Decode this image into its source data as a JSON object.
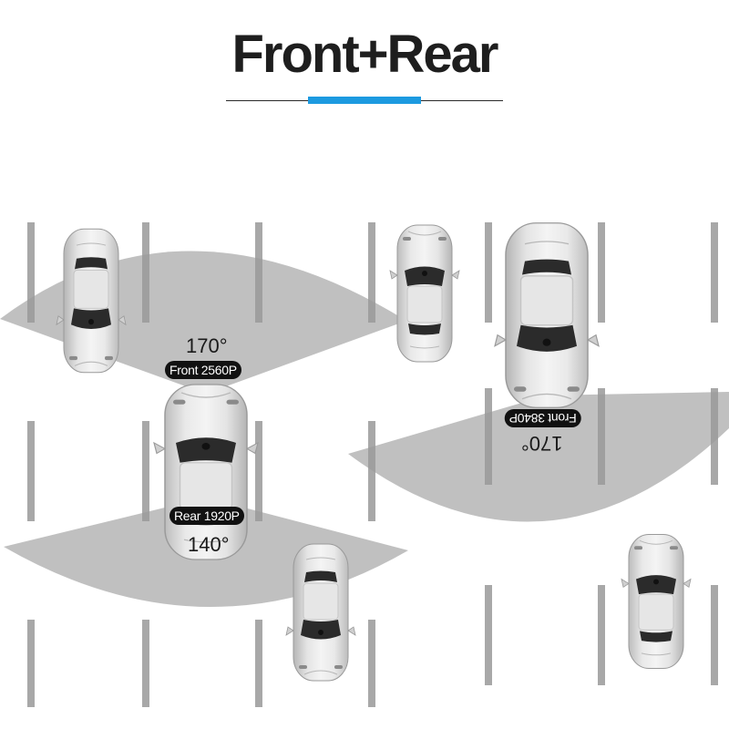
{
  "header": {
    "title": "Front+Rear",
    "accent_color": "#1c9ae0"
  },
  "cameras": {
    "left_car": {
      "front_label": "Front 2560P",
      "front_angle": "170°",
      "rear_label": "Rear 1920P",
      "rear_angle": "140°"
    },
    "right_car": {
      "front_label": "Front 3840P",
      "front_angle": "170°"
    }
  },
  "colors": {
    "car_body": "#d4d4d4",
    "windshield": "#2b2b2b",
    "lane_line": "#a8a8a8",
    "view_cone": "#bdbdbd"
  }
}
